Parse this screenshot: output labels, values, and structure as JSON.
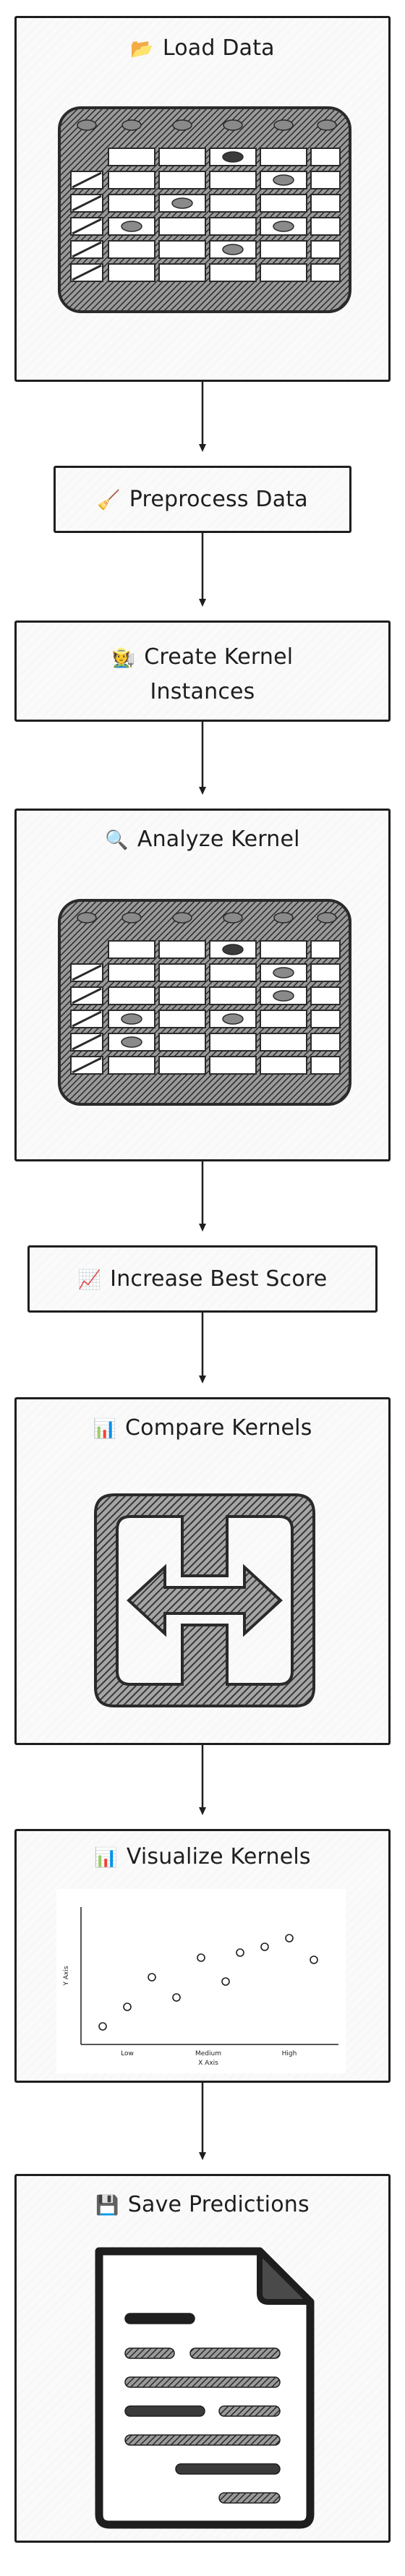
{
  "nodes": [
    {
      "id": "load-data",
      "icon": "📂",
      "icon_name": "folder-icon",
      "label": "Load Data"
    },
    {
      "id": "preprocess-data",
      "icon": "🧹",
      "icon_name": "broom-icon",
      "label": "Preprocess Data"
    },
    {
      "id": "create-kernel-instances",
      "icon": "🧑‍🌾",
      "icon_name": "farmer-icon",
      "label_line1": "Create Kernel",
      "label_line2": "Instances"
    },
    {
      "id": "analyze-kernel",
      "icon": "🔍",
      "icon_name": "magnifier-icon",
      "label": "Analyze Kernel"
    },
    {
      "id": "increase-best-score",
      "icon": "📈",
      "icon_name": "chart-increasing-icon",
      "label": "Increase Best Score"
    },
    {
      "id": "compare-kernels",
      "icon": "📊",
      "icon_name": "bar-chart-icon",
      "label": "Compare Kernels"
    },
    {
      "id": "visualize-kernels",
      "icon": "📊",
      "icon_name": "bar-chart-icon",
      "label": "Visualize Kernels"
    },
    {
      "id": "save-predictions",
      "icon": "💾",
      "icon_name": "floppy-disk-icon",
      "label": "Save Predictions"
    }
  ],
  "scatter": {
    "xlabel": "X Axis",
    "ylabel": "Y Axis",
    "x_ticks": [
      "Low",
      "Medium",
      "High"
    ]
  },
  "colors": {
    "stroke": "#1e1e1e",
    "fill": "#fafafa",
    "hatch": "#6b6b6b"
  }
}
